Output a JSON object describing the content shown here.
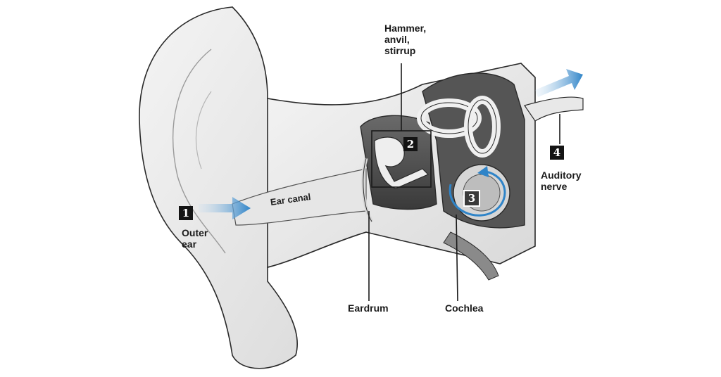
{
  "labels": {
    "outer_ear": "Outer\near",
    "ear_canal": "Ear canal",
    "ossicles": "Hammer,\nanvil,\nstirrup",
    "eardrum": "Eardrum",
    "cochlea": "Cochlea",
    "auditory_nerve": "Auditory\nnerve"
  },
  "steps": {
    "s1": "1",
    "s2": "2",
    "s3": "3",
    "s4": "4"
  },
  "colors": {
    "arrow_blue": "#2f84c8",
    "outline": "#2a2a2a",
    "shade_dark": "#4a4a4a"
  }
}
